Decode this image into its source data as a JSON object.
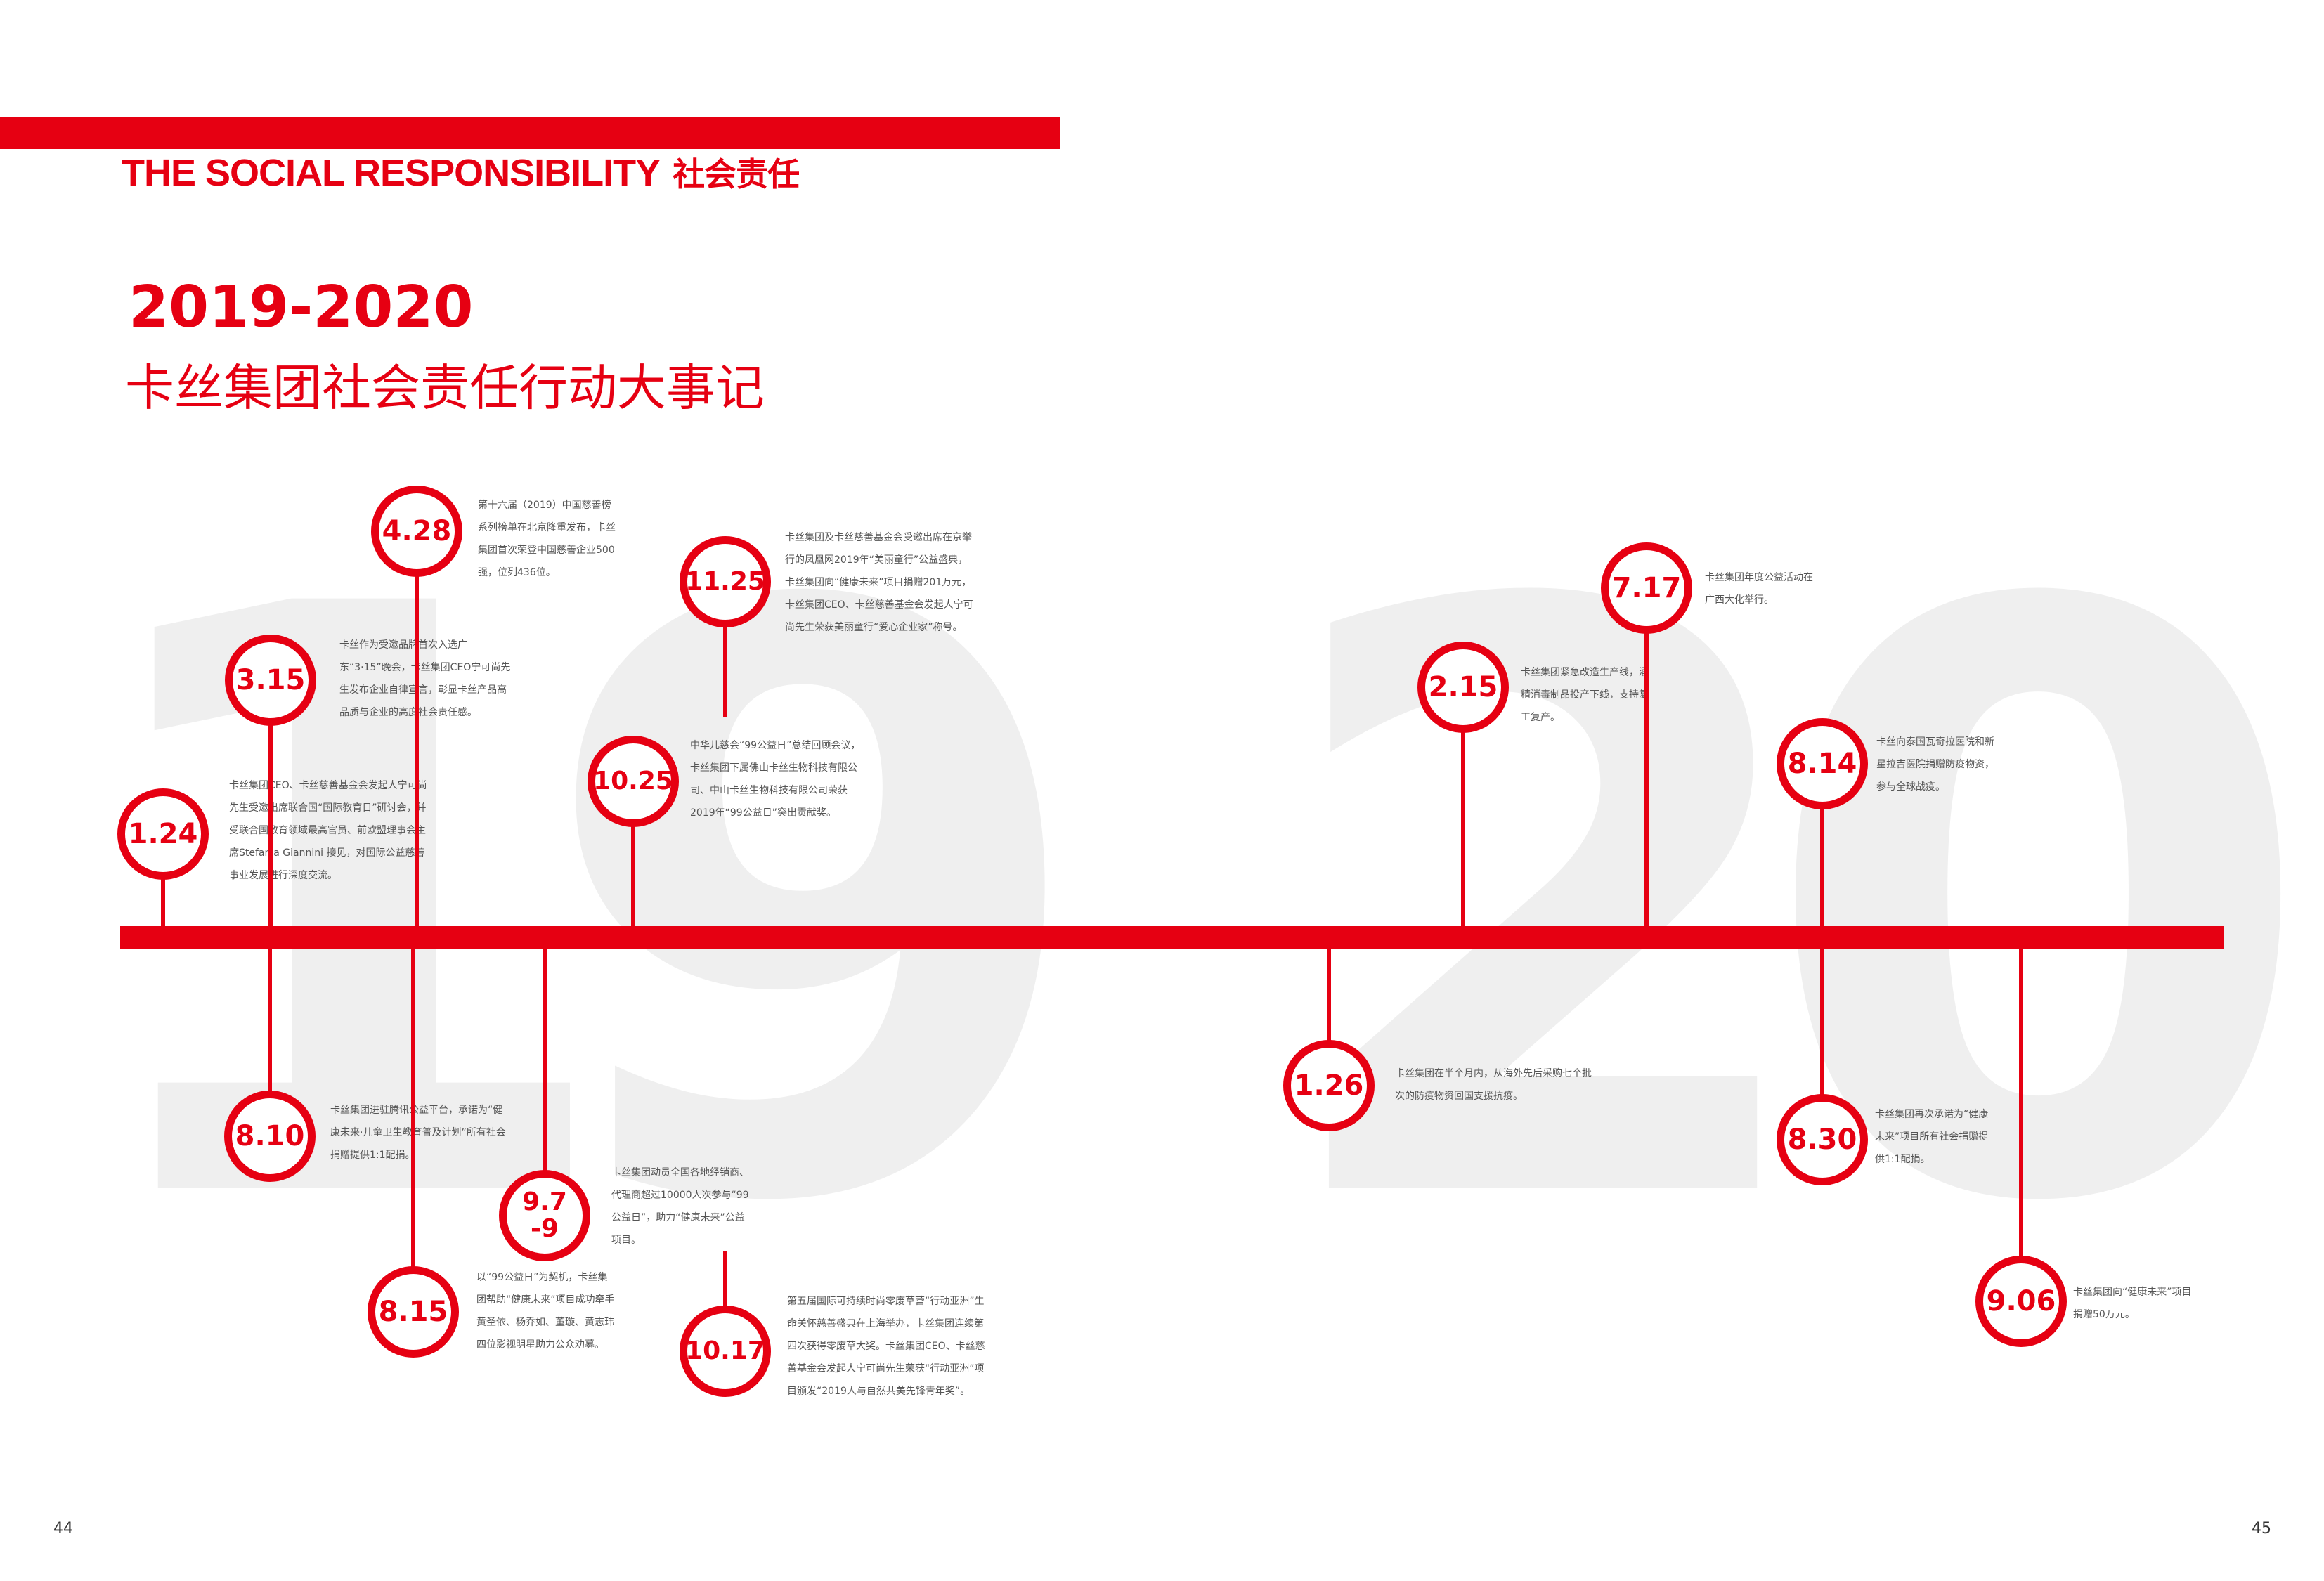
{
  "header": {
    "title_en": "THE SOCIAL RESPONSIBILITY",
    "title_cn": "社会责任"
  },
  "title": {
    "years": "2019-2020",
    "subtitle": "卡丝集团社会责任行动大事记"
  },
  "background_digits": [
    "1",
    "9",
    "2",
    "0"
  ],
  "colors": {
    "accent": "#e60012",
    "text": "#555555",
    "background_digits": "#efefef"
  },
  "events": [
    {
      "date": "1.24",
      "text": "卡丝集团CEO、卡丝慈善基金会发起人宁可尚先生受邀出席联合国“国际教育日”研讨会，并受联合国教育领域最高官员、前欧盟理事会主席Stefania Giannini 接见，对国际公益慈善事业发展进行深度交流。"
    },
    {
      "date": "3.15",
      "text": "卡丝作为受邀品牌首次入选广东“3·15”晚会，卡丝集团CEO宁可尚先生发布企业自律宣言，彰显卡丝产品高品质与企业的高度社会责任感。"
    },
    {
      "date": "4.28",
      "text": "第十六届（2019）中国慈善榜系列榜单在北京隆重发布，卡丝集团首次荣登中国慈善企业500强，位列436位。"
    },
    {
      "date": "8.10",
      "text": "卡丝集团进驻腾讯公益平台，承诺为“健康未来·儿童卫生教育普及计划”所有社会捐赠提供1:1配捐。"
    },
    {
      "date": "8.15",
      "text": "以“99公益日”为契机，卡丝集团帮助“健康未来”项目成功牵手黄圣依、杨乔如、董璇、黄志玮四位影视明星助力公众劝募。"
    },
    {
      "date": "9.7\n-9",
      "text": "卡丝集团动员全国各地经销商、代理商超过10000人次参与“99公益日”，助力“健康未来”公益项目。"
    },
    {
      "date": "10.25",
      "text": "中华儿慈会“99公益日”总结回顾会议，卡丝集团下属佛山卡丝生物科技有限公司、中山卡丝生物科技有限公司荣获2019年“99公益日”突出贡献奖。"
    },
    {
      "date": "11.25",
      "text": "卡丝集团及卡丝慈善基金会受邀出席在京举行的凤凰网2019年“美丽童行”公益盛典，卡丝集团向“健康未来”项目捐赠201万元，卡丝集团CEO、卡丝慈善基金会发起人宁可尚先生荣获美丽童行“爱心企业家”称号。"
    },
    {
      "date": "10.17",
      "text": "第五届国际可持续时尚零废草营“行动亚洲”生命关怀慈善盛典在上海举办，卡丝集团连续第四次获得零废草大奖。卡丝集团CEO、卡丝慈善基金会发起人宁可尚先生荣获“行动亚洲”项目颁发“2019人与自然共美先锋青年奖”。"
    },
    {
      "date": "1.26",
      "text": "卡丝集团在半个月内，从海外先后采购七个批次的防疫物资回国支援抗疫。"
    },
    {
      "date": "2.15",
      "text": "卡丝集团紧急改造生产线，酒精消毒制品投产下线，支持复工复产。"
    },
    {
      "date": "7.17",
      "text": "卡丝集团年度公益活动在广西大化举行。"
    },
    {
      "date": "8.14",
      "text": "卡丝向泰国瓦奇拉医院和新星拉吉医院捐赠防疫物资，参与全球战疫。"
    },
    {
      "date": "8.30",
      "text": "卡丝集团再次承诺为“健康未来”项目所有社会捐赠提供1:1配捐。"
    },
    {
      "date": "9.06",
      "text": "卡丝集团向“健康未来”项目捐赠50万元。"
    }
  ],
  "page_numbers": {
    "left": "44",
    "right": "45"
  }
}
